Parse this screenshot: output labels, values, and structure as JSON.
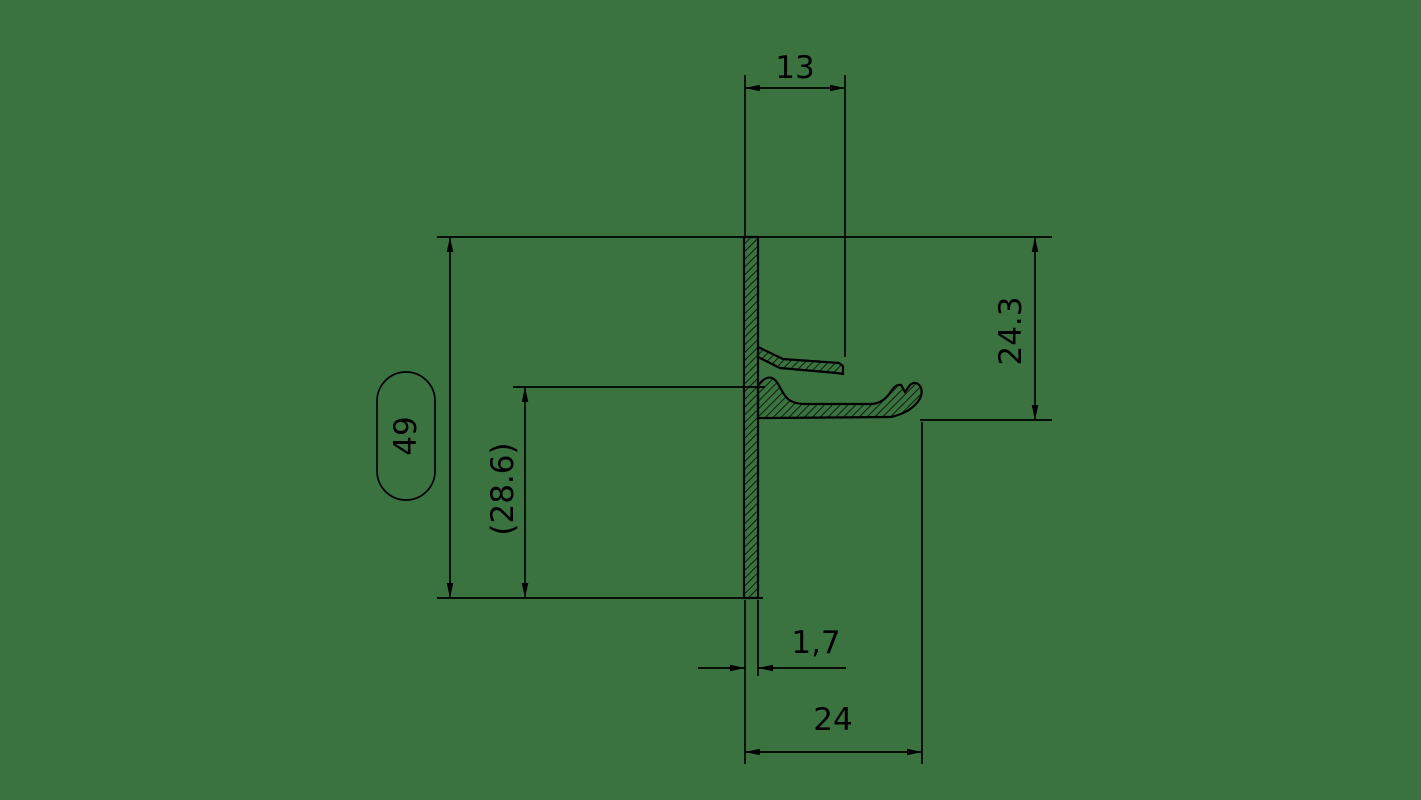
{
  "page": {
    "background_color": "#3a7340",
    "line_color": "#000000"
  },
  "drawing": {
    "type": "technical-profile-cross-section",
    "dimensions": {
      "top_width": "13",
      "overall_height": "49",
      "inner_height": "(28.6)",
      "right_height": "24.3",
      "wall_thickness": "1,7",
      "bottom_width": "24"
    }
  }
}
